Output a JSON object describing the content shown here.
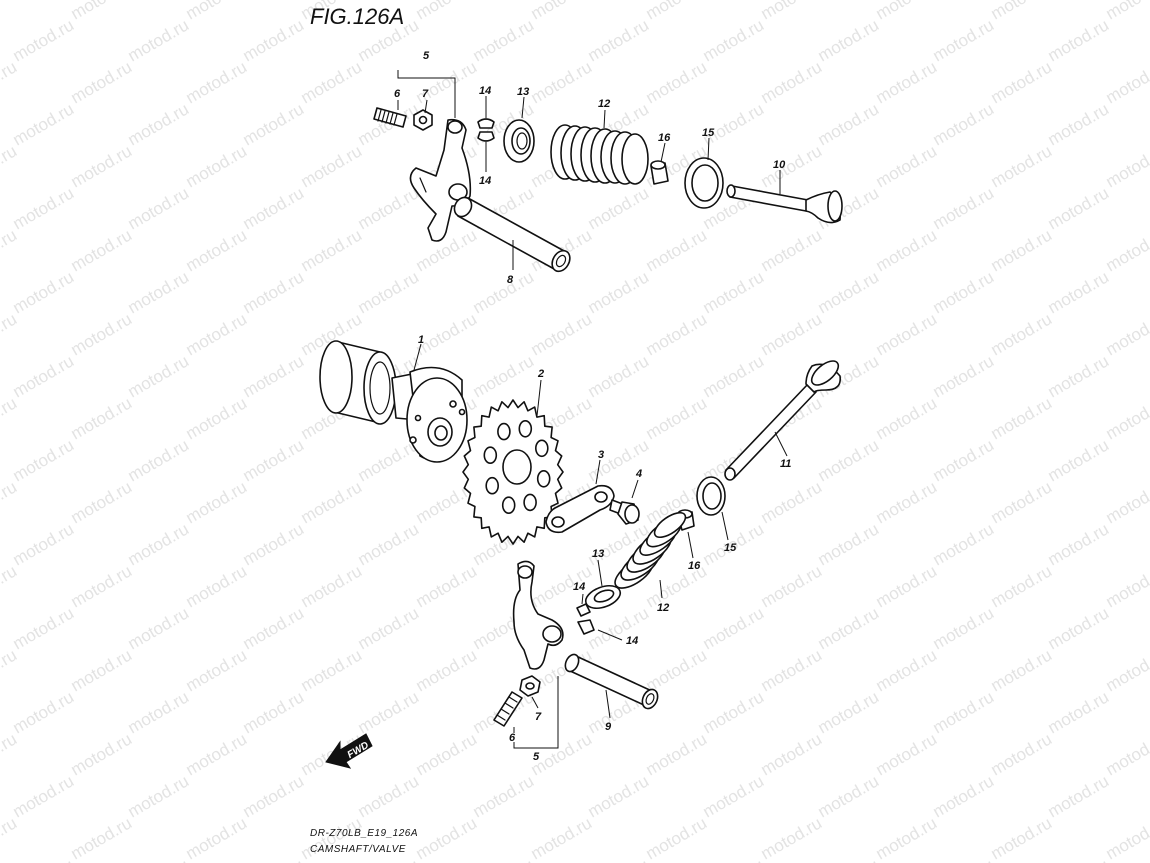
{
  "figure_title": "FIG.126A",
  "watermark_text": "motod.ru",
  "footer": {
    "code": "DR-Z70LB_E19_126A",
    "caption": "CAMSHAFT/VALVE"
  },
  "fwd_label": "FWD",
  "callouts": {
    "top": {
      "n5": "5",
      "n6": "6",
      "n7": "7",
      "n14a": "14",
      "n14b": "14",
      "n13": "13",
      "n12": "12",
      "n16": "16",
      "n15": "15",
      "n10": "10",
      "n8": "8"
    },
    "bottom": {
      "n1": "1",
      "n2": "2",
      "n3": "3",
      "n4": "4",
      "n11": "11",
      "n15": "15",
      "n16": "16",
      "n13": "13",
      "n14a": "14",
      "n14b": "14",
      "n12": "12",
      "n9": "9",
      "n7": "7",
      "n6": "6",
      "n5": "5"
    }
  },
  "colors": {
    "line": "#111111",
    "watermark": "#e3e3e3",
    "background": "#ffffff"
  }
}
